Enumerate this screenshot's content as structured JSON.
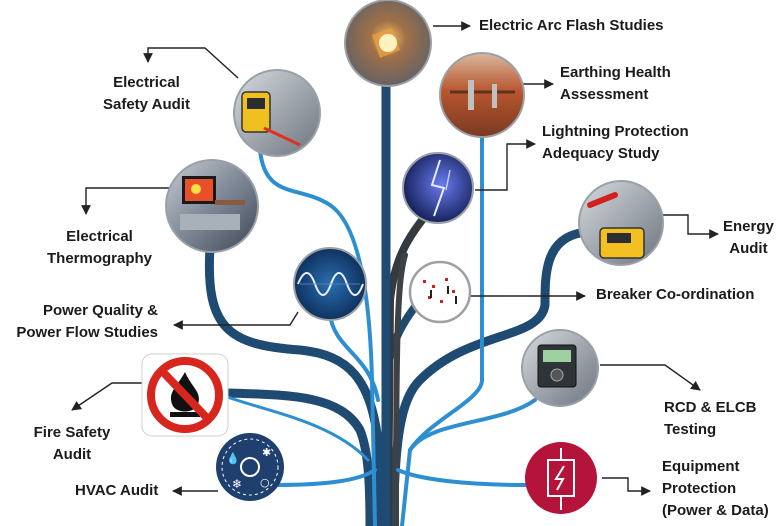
{
  "diagram": {
    "services": [
      {
        "id": "arc-flash",
        "lines": [
          "Electric Arc Flash Studies"
        ]
      },
      {
        "id": "safety-audit",
        "lines": [
          "Electrical",
          "Safety Audit"
        ]
      },
      {
        "id": "earthing",
        "lines": [
          "Earthing Health",
          "Assessment"
        ]
      },
      {
        "id": "lightning",
        "lines": [
          "Lightning Protection",
          "Adequacy Study"
        ]
      },
      {
        "id": "thermography",
        "lines": [
          "Electrical",
          "Thermography"
        ]
      },
      {
        "id": "energy",
        "lines": [
          "Energy",
          "Audit"
        ]
      },
      {
        "id": "power-quality",
        "lines": [
          "Power Quality &",
          "Power Flow Studies"
        ]
      },
      {
        "id": "breaker",
        "lines": [
          "Breaker Co-ordination"
        ]
      },
      {
        "id": "fire",
        "lines": [
          "Fire Safety",
          "Audit"
        ]
      },
      {
        "id": "rcd",
        "lines": [
          "RCD & ELCB",
          "Testing"
        ]
      },
      {
        "id": "hvac",
        "lines": [
          "HVAC Audit"
        ]
      },
      {
        "id": "equipment",
        "lines": [
          "Equipment",
          "Protection",
          "(Power & Data)"
        ]
      }
    ],
    "colors": {
      "trunk": "#1f4a72",
      "cable_light": "#2e8fd0",
      "cable_dark": "#333a40",
      "hvac_badge": "#1f3f6e",
      "equipment_badge": "#b5143a",
      "fire_ring": "#d7261e"
    }
  }
}
